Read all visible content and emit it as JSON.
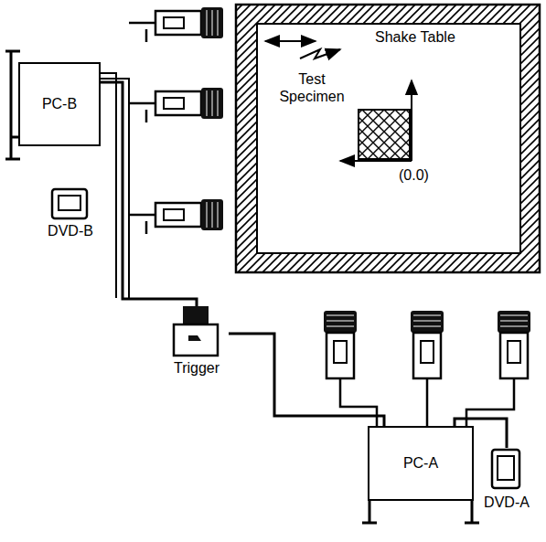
{
  "diagram": {
    "nodes": [
      {
        "text": [
          "PC-B"
        ]
      },
      {
        "text": [
          "DVD-B"
        ]
      },
      {
        "text": [
          "Trigger"
        ]
      },
      {
        "text": [
          "PC-A"
        ]
      },
      {
        "text": [
          "DVD-A"
        ]
      },
      {
        "text": [
          "Shake Table"
        ]
      },
      {
        "text": [
          "Test Specimen"
        ],
        "in": 5
      }
    ],
    "edges": [
      {
        "from": 0,
        "to": 2,
        "arrow": "none"
      },
      {
        "from": 2,
        "to": 3,
        "arrow": "none"
      },
      {
        "from": 3,
        "to": 4,
        "arrow": "none"
      }
    ],
    "labels": [
      "(0.0)"
    ]
  }
}
